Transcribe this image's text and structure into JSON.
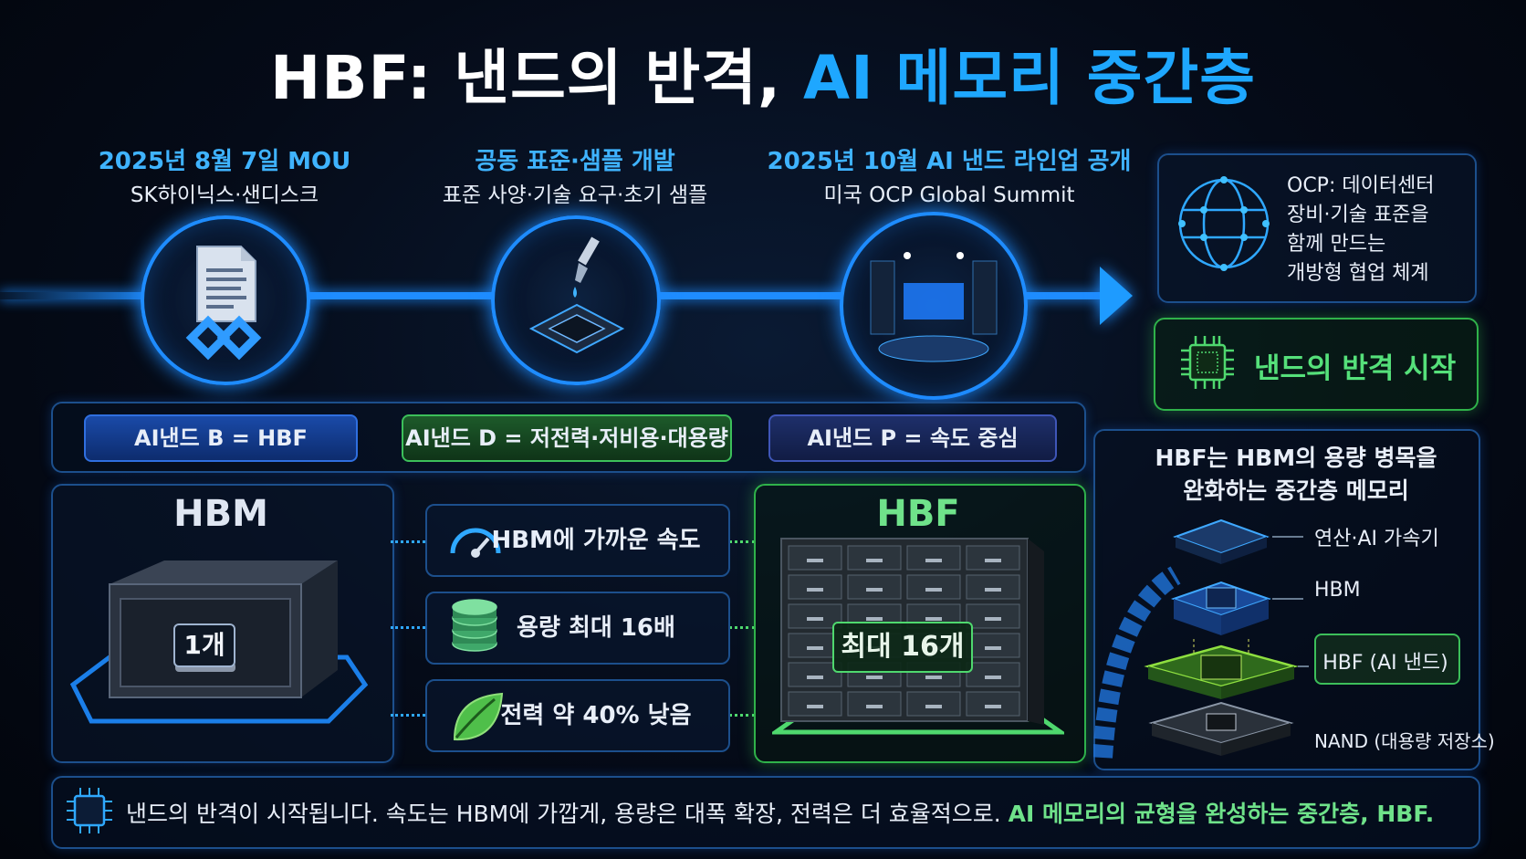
{
  "title": {
    "part1": "HBF: 낸드의 반격, ",
    "part2": "AI 메모리 중간층"
  },
  "milestones": [
    {
      "date": "2025년 8월 7일 MOU",
      "sub": "SK하이닉스·샌디스크",
      "icon": "document-link-icon"
    },
    {
      "date": "공동 표준·샘플 개발",
      "sub": "표준 사양·기술 요구·초기 샘플",
      "icon": "chip-dropper-icon"
    },
    {
      "date": "2025년 10월 AI 낸드 라인업 공개",
      "sub": "미국 OCP Global Summit",
      "icon": "datacenter-stage-icon"
    }
  ],
  "ocp_box": {
    "lines": [
      "OCP: 데이터센터",
      "장비·기술 표준을",
      "함께 만드는",
      "개방형 협업 체계"
    ],
    "icon": "globe-network-icon"
  },
  "restart_box": {
    "label": "낸드의 반격 시작",
    "icon": "chip-icon"
  },
  "pills": [
    {
      "label": "AI낸드 B = HBF"
    },
    {
      "label": "AI낸드 D = 저전력·저비용·대용량"
    },
    {
      "label": "AI낸드 P = 속도 중심"
    }
  ],
  "hbm": {
    "title": "HBM",
    "badge": "1개"
  },
  "hbf": {
    "title": "HBF",
    "badge": "최대 16개"
  },
  "features": [
    {
      "label": "HBM에 가까운 속도",
      "icon": "speedometer-icon"
    },
    {
      "label": "용량 최대 16배",
      "icon": "database-stack-icon"
    },
    {
      "label": "전력 약 40% 낮음",
      "icon": "leaf-icon"
    }
  ],
  "stack": {
    "heading_line1": "HBF는 HBM의 용량 병목을",
    "heading_line2": "완화하는 중간층 메모리",
    "layers": [
      "연산·AI 가속기",
      "HBM",
      "HBF (AI 낸드)",
      "NAND (대용량 저장소)"
    ]
  },
  "footer": {
    "text": "낸드의 반격이 시작됩니다. 속도는 HBM에 가깝게, 용량은 대폭 확장, 전력은 더 효율적으로. ",
    "highlight": "AI 메모리의 균형을 완성하는 중간층, HBF."
  },
  "colors": {
    "accent_blue": "#1e8cff",
    "accent_green": "#4fd86e",
    "title_blue": "#1ea7ff"
  }
}
